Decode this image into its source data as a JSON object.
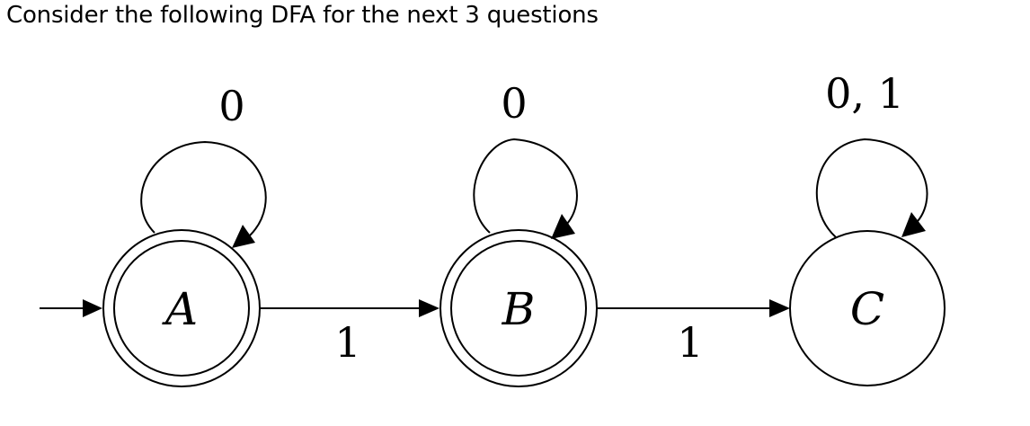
{
  "heading": "Consider the following DFA for the next 3 questions",
  "diagram": {
    "states": [
      {
        "id": "A",
        "label": "A",
        "accepting": true,
        "initial": true
      },
      {
        "id": "B",
        "label": "B",
        "accepting": true,
        "initial": false
      },
      {
        "id": "C",
        "label": "C",
        "accepting": false,
        "initial": false
      }
    ],
    "transitions": [
      {
        "from": "A",
        "to": "A",
        "label": "0"
      },
      {
        "from": "A",
        "to": "B",
        "label": "1"
      },
      {
        "from": "B",
        "to": "B",
        "label": "0"
      },
      {
        "from": "B",
        "to": "C",
        "label": "1"
      },
      {
        "from": "C",
        "to": "C",
        "label": "0, 1"
      }
    ]
  }
}
